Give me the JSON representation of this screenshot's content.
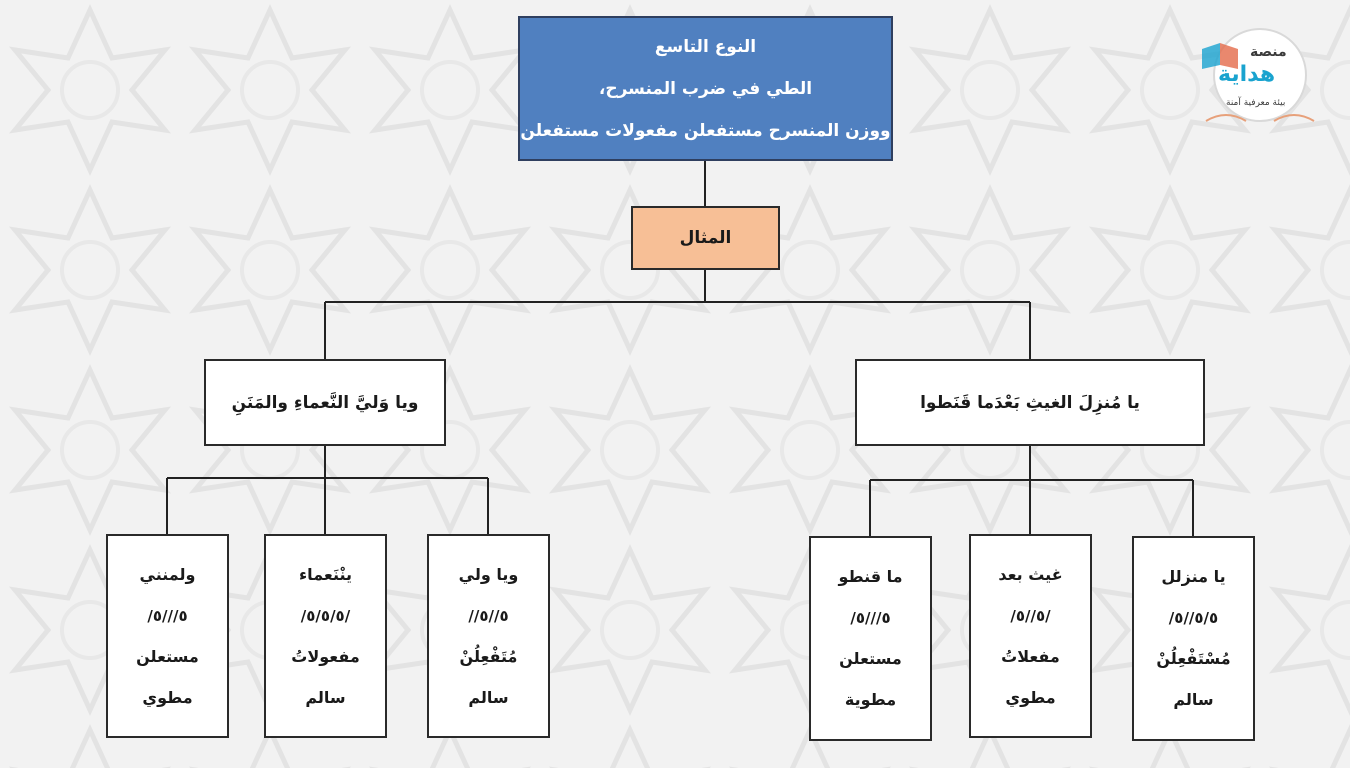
{
  "colors": {
    "title_fill": "#5080c0",
    "example_fill": "#f7bf96",
    "box_fill": "#ffffff",
    "border": "#2a2a2a",
    "logo_accent": "#19a3cf"
  },
  "logo": {
    "top": "منصة",
    "main": "هداية",
    "tagline": "بيئة معرفية آمنة"
  },
  "title": {
    "line1": "النوع التاسع",
    "line2": "الطي في ضرب المنسرح،",
    "line3": "ووزن المنسرح مستفعلن مفعولات مستفعلن"
  },
  "example": {
    "label": "المثال"
  },
  "branches": {
    "right": {
      "verse": "يا مُنزِلَ الغيثِ بَعْدَما قَنَطوا",
      "feet": [
        {
          "words": "يا منزلل",
          "scansion": "/٥/٥//٥",
          "meter": "مُسْتَفْعِلُنْ",
          "state": "سالم"
        },
        {
          "words": "غيث بعد",
          "scansion": "/٥//٥/",
          "meter": "مفعلاتُ",
          "state": "مطوي"
        },
        {
          "words": "ما قنطو",
          "scansion": "/٥///٥",
          "meter": "مستعلن",
          "state": "مطوية"
        }
      ]
    },
    "left": {
      "verse": "ويا وَليَّ النَّعماءِ والمَنَنِ",
      "feet": [
        {
          "words": "ويا ولي",
          "scansion": "//٥//٥",
          "meter": "مُتَفْعِلُنْ",
          "state": "سالم"
        },
        {
          "words": "ينْنَعماء",
          "scansion": "/٥/٥/٥/",
          "meter": "مفعولاتُ",
          "state": "سالم"
        },
        {
          "words": "ولمنني",
          "scansion": "/٥///٥",
          "meter": "مستعلن",
          "state": "مطوي"
        }
      ]
    }
  }
}
